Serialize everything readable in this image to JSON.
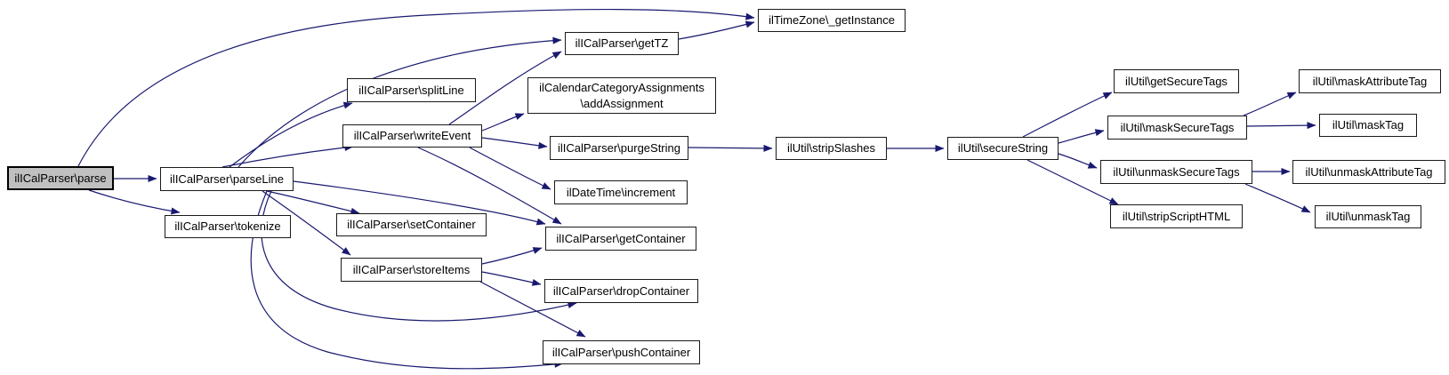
{
  "diagram": {
    "type": "call-graph",
    "style": "doxygen",
    "highlighted_node": "ilICalParser\\parse"
  },
  "colors": {
    "edge": "#191970",
    "node_background": "#ffffff",
    "node_border": "#000000",
    "highlight_background": "#c0c0c0",
    "page_background": "#ffffff"
  },
  "nodes": {
    "parse": {
      "label": "ilICalParser\\parse"
    },
    "parseLine": {
      "label": "ilICalParser\\parseLine"
    },
    "tokenize": {
      "label": "ilICalParser\\tokenize"
    },
    "splitLine": {
      "label": "ilICalParser\\splitLine"
    },
    "writeEvent": {
      "label": "ilICalParser\\writeEvent"
    },
    "getTZ": {
      "label": "ilICalParser\\getTZ"
    },
    "getInstance": {
      "label": "ilTimeZone\\_getInstance"
    },
    "addAssignment": {
      "label": "ilCalendarCategoryAssignments\n\\addAssignment"
    },
    "purgeString": {
      "label": "ilICalParser\\purgeString"
    },
    "increment": {
      "label": "ilDateTime\\increment"
    },
    "setContainer": {
      "label": "ilICalParser\\setContainer"
    },
    "getContainer": {
      "label": "ilICalParser\\getContainer"
    },
    "storeItems": {
      "label": "ilICalParser\\storeItems"
    },
    "dropContainer": {
      "label": "ilICalParser\\dropContainer"
    },
    "pushContainer": {
      "label": "ilICalParser\\pushContainer"
    },
    "stripSlashes": {
      "label": "ilUtil\\stripSlashes"
    },
    "secureString": {
      "label": "ilUtil\\secureString"
    },
    "getSecureTags": {
      "label": "ilUtil\\getSecureTags"
    },
    "maskSecureTags": {
      "label": "ilUtil\\maskSecureTags"
    },
    "maskAttributeTag": {
      "label": "ilUtil\\maskAttributeTag"
    },
    "maskTag": {
      "label": "ilUtil\\maskTag"
    },
    "unmaskSecureTags": {
      "label": "ilUtil\\unmaskSecureTags"
    },
    "unmaskAttributeTag": {
      "label": "ilUtil\\unmaskAttributeTag"
    },
    "stripScriptHTML": {
      "label": "ilUtil\\stripScriptHTML"
    },
    "unmaskTag": {
      "label": "ilUtil\\unmaskTag"
    }
  },
  "edges": [
    {
      "from": "parse",
      "to": "parseLine"
    },
    {
      "from": "parse",
      "to": "tokenize"
    },
    {
      "from": "parse",
      "to": "getInstance"
    },
    {
      "from": "parseLine",
      "to": "getTZ"
    },
    {
      "from": "parseLine",
      "to": "splitLine"
    },
    {
      "from": "parseLine",
      "to": "writeEvent"
    },
    {
      "from": "parseLine",
      "to": "setContainer"
    },
    {
      "from": "parseLine",
      "to": "storeItems"
    },
    {
      "from": "parseLine",
      "to": "getContainer"
    },
    {
      "from": "parseLine",
      "to": "dropContainer"
    },
    {
      "from": "parseLine",
      "to": "pushContainer"
    },
    {
      "from": "getTZ",
      "to": "getInstance"
    },
    {
      "from": "writeEvent",
      "to": "getTZ"
    },
    {
      "from": "writeEvent",
      "to": "addAssignment"
    },
    {
      "from": "writeEvent",
      "to": "purgeString"
    },
    {
      "from": "writeEvent",
      "to": "increment"
    },
    {
      "from": "writeEvent",
      "to": "getContainer"
    },
    {
      "from": "storeItems",
      "to": "getContainer"
    },
    {
      "from": "storeItems",
      "to": "dropContainer"
    },
    {
      "from": "storeItems",
      "to": "pushContainer"
    },
    {
      "from": "purgeString",
      "to": "stripSlashes"
    },
    {
      "from": "stripSlashes",
      "to": "secureString"
    },
    {
      "from": "secureString",
      "to": "getSecureTags"
    },
    {
      "from": "secureString",
      "to": "maskSecureTags"
    },
    {
      "from": "secureString",
      "to": "unmaskSecureTags"
    },
    {
      "from": "secureString",
      "to": "stripScriptHTML"
    },
    {
      "from": "maskSecureTags",
      "to": "maskAttributeTag"
    },
    {
      "from": "maskSecureTags",
      "to": "maskTag"
    },
    {
      "from": "unmaskSecureTags",
      "to": "unmaskAttributeTag"
    },
    {
      "from": "unmaskSecureTags",
      "to": "unmaskTag"
    }
  ]
}
